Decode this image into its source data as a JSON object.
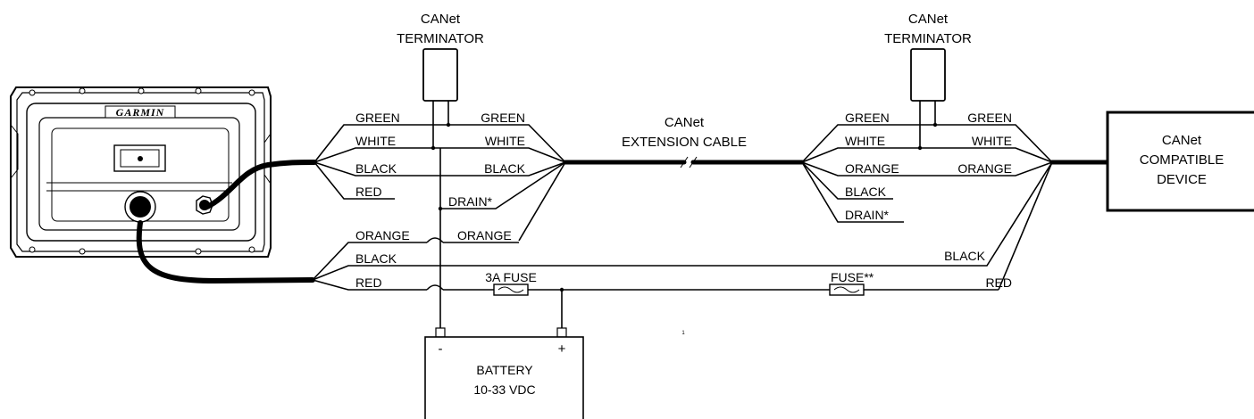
{
  "terminator_left": {
    "line1": "CANet",
    "line2": "TERMINATOR"
  },
  "terminator_right": {
    "line1": "CANet",
    "line2": "TERMINATOR"
  },
  "extension_cable": {
    "line1": "CANet",
    "line2": "EXTENSION CABLE"
  },
  "device": {
    "line1": "CANet",
    "line2": "COMPATIBLE",
    "line3": "DEVICE"
  },
  "battery": {
    "line1": "BATTERY",
    "line2": "10-33 VDC",
    "minus": "-",
    "plus": "+"
  },
  "unit_logo": "GARMIN",
  "left_cable_wires": {
    "green": "GREEN",
    "white": "WHITE",
    "black": "BLACK",
    "red": "RED"
  },
  "left_connector_wires": {
    "green": "GREEN",
    "white": "WHITE",
    "black": "BLACK",
    "drain": "DRAIN*"
  },
  "power_cable_wires": {
    "orange_in": "ORANGE",
    "orange_out": "ORANGE",
    "black": "BLACK",
    "red": "RED"
  },
  "fuse_3a": "3A FUSE",
  "fuse_device": "FUSE**",
  "right_connector_wires": {
    "green": "GREEN",
    "white": "WHITE",
    "orange": "ORANGE",
    "black": "BLACK",
    "drain": "DRAIN*"
  },
  "device_cable_wires": {
    "green": "GREEN",
    "white": "WHITE",
    "orange": "ORANGE",
    "black": "BLACK",
    "red": "RED"
  },
  "page_mark": "1"
}
